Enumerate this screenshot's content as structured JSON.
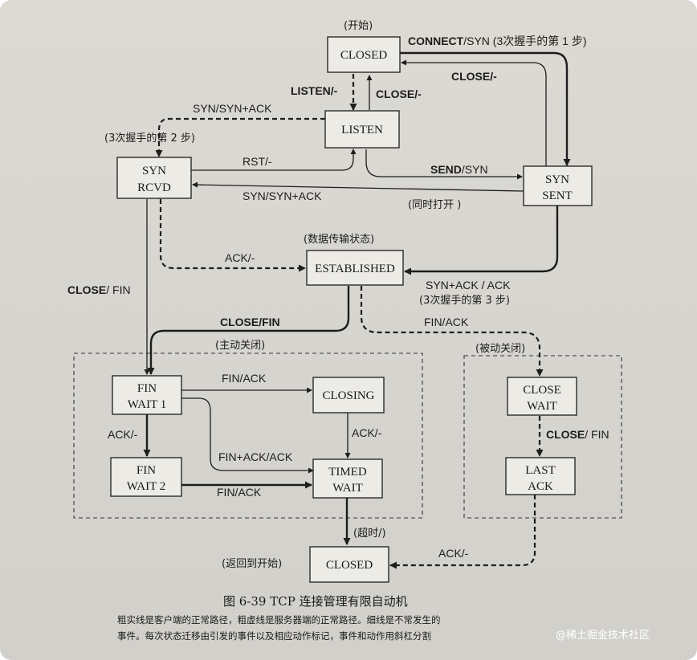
{
  "states": {
    "closed_top": "CLOSED",
    "listen": "LISTEN",
    "syn_rcvd_l1": "SYN",
    "syn_rcvd_l2": "RCVD",
    "syn_sent_l1": "SYN",
    "syn_sent_l2": "SENT",
    "established": "ESTABLISHED",
    "fin_wait1_l1": "FIN",
    "fin_wait1_l2": "WAIT 1",
    "closing": "CLOSING",
    "fin_wait2_l1": "FIN",
    "fin_wait2_l2": "WAIT 2",
    "timed_wait_l1": "TIMED",
    "timed_wait_l2": "WAIT",
    "close_wait_l1": "CLOSE",
    "close_wait_l2": "WAIT",
    "last_ack_l1": "LAST",
    "last_ack_l2": "ACK",
    "closed_bottom": "CLOSED"
  },
  "notes": {
    "start": "(开始)",
    "step2": "(3次握手的第 2 步)",
    "data_transfer": "(数据传输状态)",
    "simultaneous_open": "(同时打开 )",
    "step3": "(3次握手的第 3 步)",
    "active_close": "(主动关闭)",
    "passive_close": "(被动关闭)",
    "timeout": "(超时/)",
    "back_to_start": "(返回到开始)"
  },
  "labels": {
    "connect_bold": "CONNECT",
    "connect_rest": "/SYN (3次握手的第 1 步)",
    "close_top": "CLOSE/-",
    "listen": "LISTEN/-",
    "close_listen": "CLOSE/-",
    "syn_synack_top": "SYN/SYN+ACK",
    "rst": "RST/-",
    "send_bold": "SEND",
    "send_rest": "/SYN",
    "syn_synack_mid": "SYN/SYN+ACK",
    "ack_established": "ACK/-",
    "synack_ack": "SYN+ACK / ACK",
    "close_fin_left_bold": "CLOSE",
    "close_fin_left_rest": "/ FIN",
    "close_fin_mid": "CLOSE/FIN",
    "fin_ack_passive": "FIN/ACK",
    "fin_ack_closing": "FIN/ACK",
    "ack_fw2": "ACK/-",
    "ack_closing": "ACK/-",
    "finack_ack": "FIN+ACK/ACK",
    "fin_ack_fw2": "FIN/ACK",
    "close_fin_right_bold": "CLOSE",
    "close_fin_right_rest": "/ FIN",
    "ack_last": "ACK/-"
  },
  "caption": {
    "title": "图 6-39   TCP 连接管理有限自动机",
    "line1": "粗实线是客户端的正常路径，粗虚线是服务器端的正常路径。细线是不常发生的",
    "line2": "事件。每次状态迁移由引发的事件以及相应动作标记，事件和动作用斜杠分割"
  },
  "watermark": "@稀土掘金技术社区"
}
